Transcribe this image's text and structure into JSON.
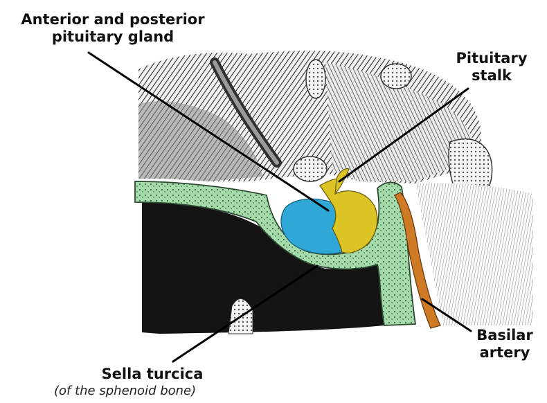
{
  "labels": {
    "anterior_posterior": [
      "Anterior and posterior",
      "pituitary gland"
    ],
    "pituitary_stalk": [
      "Pituitary",
      "stalk"
    ],
    "basilar_artery": [
      "Basilar",
      "artery"
    ],
    "sella_turcica": "Sella turcica",
    "sella_turcica_sub": "(of the sphenoid bone)"
  },
  "colors": {
    "anterior_pituitary": "#2fa8d8",
    "posterior_pituitary": "#dcc424",
    "bone": "#a6dcac",
    "bone_outline": "#2c4a32",
    "basilar_artery": "#cf7a24",
    "sinus": "#141414",
    "brain": "#7b7b7b",
    "leader_line": "#000000"
  }
}
